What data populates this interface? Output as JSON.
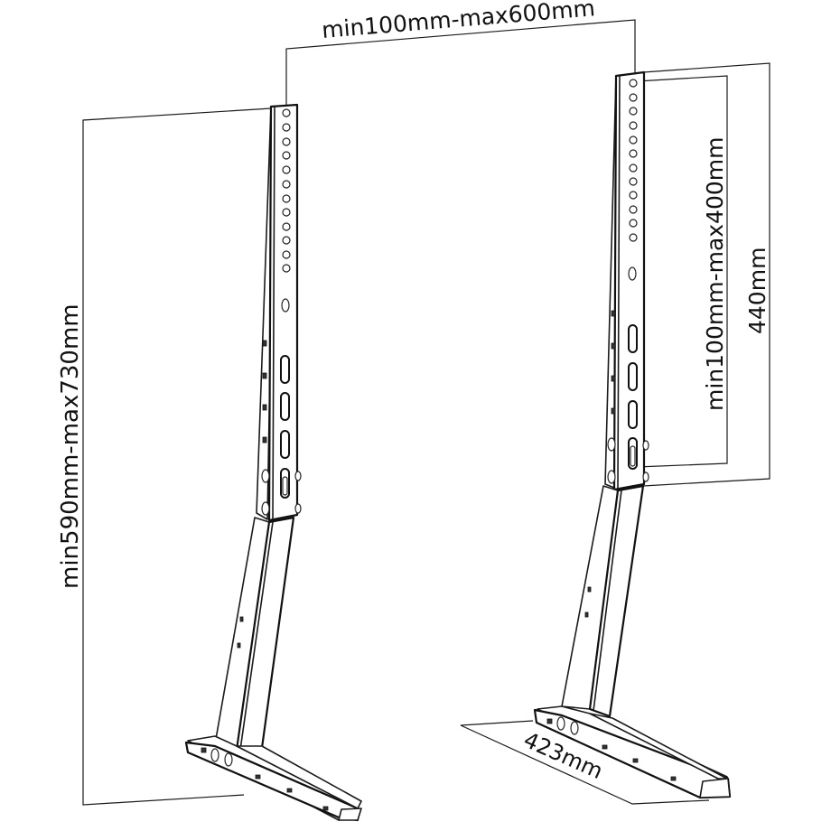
{
  "diagram": {
    "subject": "Tabletop TV stand legs (pair)",
    "colors": {
      "line": "#1a1a1a",
      "background": "#ffffff"
    },
    "dimensions": {
      "bracket_spacing": "min100mm-max600mm",
      "overall_height": "min590mm-max730mm",
      "vertical_hole_range": "min100mm-max400mm",
      "column_height": "440mm",
      "base_depth": "423mm"
    },
    "legs": [
      {
        "id": "left-leg",
        "round_holes": 12,
        "large_round_holes": 1,
        "vertical_slots": 3,
        "adjust_slot": 1,
        "side_square_holes": 4
      },
      {
        "id": "right-leg",
        "round_holes": 12,
        "large_round_holes": 1,
        "vertical_slots": 3,
        "adjust_slot": 1,
        "side_square_holes": 4
      }
    ]
  }
}
